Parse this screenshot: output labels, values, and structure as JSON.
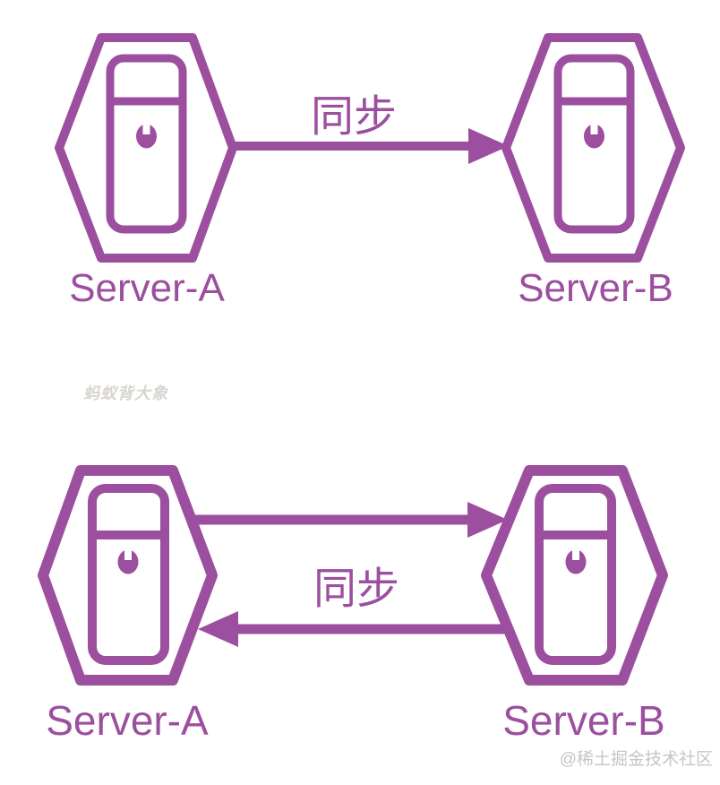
{
  "colors": {
    "accent": "#9C4F9F",
    "watermark": "#D8D5D1",
    "credit": "#C6C6C6",
    "background": "#FFFFFF"
  },
  "diagrams": [
    {
      "id": "one-way-sync",
      "source": {
        "label": "Server-A"
      },
      "target": {
        "label": "Server-B"
      },
      "arrow_label": "同步",
      "direction": "left-to-right"
    },
    {
      "id": "two-way-sync",
      "source": {
        "label": "Server-A"
      },
      "target": {
        "label": "Server-B"
      },
      "arrow_label": "同步",
      "direction": "bidirectional"
    }
  ],
  "watermark": {
    "text": "蚂蚁背大象"
  },
  "credit": {
    "text": "@稀土掘金技术社区"
  }
}
